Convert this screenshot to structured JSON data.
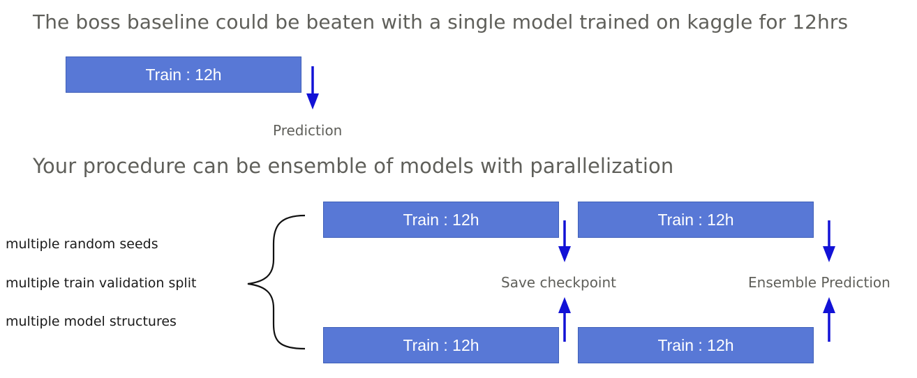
{
  "slide": {
    "heading_1": "The boss baseline could be beaten with a single model trained on kaggle for 12hrs",
    "heading_2": "Your procedure can be ensemble of models with parallelization"
  },
  "single_model": {
    "train_label": "Train : 12h",
    "output_label": "Prediction"
  },
  "ensemble": {
    "strategies": [
      "multiple random seeds",
      "multiple train validation split",
      "multiple model structures"
    ],
    "train_labels": [
      "Train : 12h",
      "Train : 12h",
      "Train : 12h",
      "Train : 12h"
    ],
    "checkpoint_label": "Save checkpoint",
    "ensemble_label": "Ensemble Prediction"
  },
  "colors": {
    "box_fill": "#5878d6",
    "arrow": "#1212d6",
    "heading_text": "#5f5f5a"
  }
}
